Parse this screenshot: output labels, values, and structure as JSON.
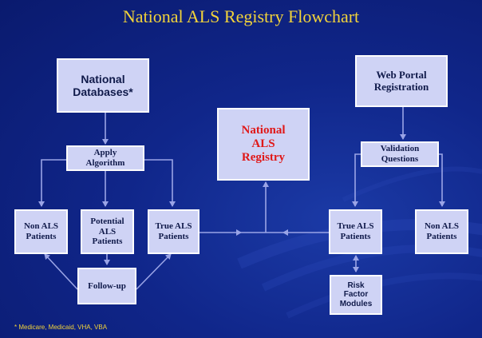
{
  "title": "National ALS Registry Flowchart",
  "nodes": {
    "national_databases": "National\nDatabases*",
    "apply_algorithm": "Apply\nAlgorithm",
    "non_als_left": "Non ALS\nPatients",
    "potential_als": "Potential\nALS\nPatients",
    "true_als_left": "True ALS\nPatients",
    "follow_up": "Follow-up",
    "national_registry": "National\nALS\nRegistry",
    "web_portal": "Web Portal\nRegistration",
    "validation_questions": "Validation\nQuestions",
    "true_als_right": "True ALS\nPatients",
    "non_als_right": "Non ALS\nPatients",
    "risk_factor": "Risk\nFactor\nModules"
  },
  "footnote": "* Medicare, Medicaid, VHA, VBA",
  "colors": {
    "background": "#10268a",
    "title": "#f2d33a",
    "box_fill": "#cfd3f5",
    "box_border": "#fdfdfd",
    "box_text": "#101a4a",
    "registry_text": "#e01818",
    "arrow": "#9aa4e6"
  }
}
